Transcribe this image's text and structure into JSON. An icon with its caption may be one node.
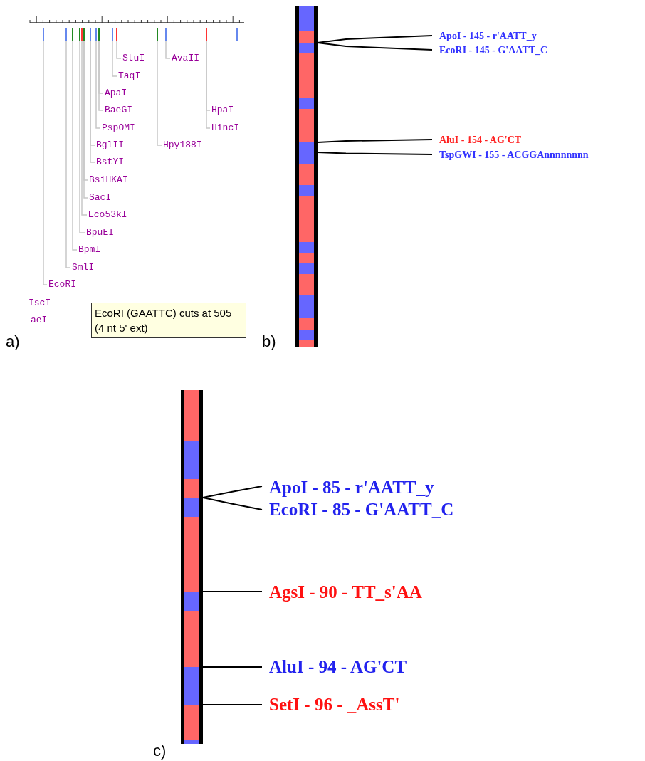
{
  "diagram": {
    "nodes": [
      {
        "text": [
          "EcoRI (GAATTC) cuts at 505 (4 nt 5' ext)"
        ]
      },
      {
        "text": [
          "StuI"
        ]
      },
      {
        "text": [
          "AvaII"
        ]
      },
      {
        "text": [
          "TaqI"
        ]
      },
      {
        "text": [
          "ApaI"
        ]
      },
      {
        "text": [
          "BaeGI"
        ]
      },
      {
        "text": [
          "HpaI"
        ]
      },
      {
        "text": [
          "PspOMI"
        ]
      },
      {
        "text": [
          "HincI"
        ]
      },
      {
        "text": [
          "BglII"
        ]
      },
      {
        "text": [
          "Hpy188I"
        ]
      },
      {
        "text": [
          "BstYI"
        ]
      },
      {
        "text": [
          "BsiHKAI"
        ]
      },
      {
        "text": [
          "SacI"
        ]
      },
      {
        "text": [
          "Eco53kI"
        ]
      },
      {
        "text": [
          "BpuEI"
        ]
      },
      {
        "text": [
          "BpmI"
        ]
      },
      {
        "text": [
          "SmlI"
        ]
      },
      {
        "text": [
          "EcoRI"
        ]
      },
      {
        "text": [],
        "shape": "bar"
      },
      {
        "text": [
          "ApoI - 145 - r'AATT_y"
        ]
      },
      {
        "text": [
          "EcoRI - 145 - G'AATT_C"
        ]
      },
      {
        "text": [
          "AluI - 154 - AG'CT"
        ]
      },
      {
        "text": [
          "TspGWI - 155 - ACGGAnnnnnnnn"
        ]
      },
      {
        "text": [],
        "shape": "bar"
      },
      {
        "text": [
          "ApoI - 85 - r'AATT_y"
        ]
      },
      {
        "text": [
          "EcoRI - 85 - G'AATT_C"
        ]
      },
      {
        "text": [
          "AgsI - 90 - TT_s'AA"
        ]
      },
      {
        "text": [
          "AluI - 94 - AG'CT"
        ]
      },
      {
        "text": [
          "SetI - 96 - _AssT'"
        ]
      },
      {
        "text": [],
        "shape": "bar"
      },
      {
        "text": [],
        "shape": "bar"
      },
      {
        "text": [],
        "shape": "bar"
      },
      {
        "text": [],
        "shape": "bar"
      },
      {
        "text": [],
        "shape": "bar"
      },
      {
        "text": [],
        "shape": "bar"
      },
      {
        "text": [],
        "shape": "bar"
      },
      {
        "text": [],
        "shape": "bar"
      },
      {
        "text": [],
        "shape": "bar"
      },
      {
        "text": [],
        "shape": "bar"
      },
      {
        "text": [],
        "shape": "bar"
      },
      {
        "text": [],
        "shape": "bar"
      },
      {
        "text": [],
        "shape": "bar"
      },
      {
        "text": [],
        "shape": "bar"
      },
      {
        "text": [],
        "shape": "bar"
      }
    ],
    "edges": [
      {
        "from": 1,
        "to": 40,
        "arrow": "none"
      },
      {
        "from": 2,
        "to": 42,
        "arrow": "none"
      },
      {
        "from": 3,
        "to": 39,
        "arrow": "none"
      },
      {
        "from": 4,
        "to": 38,
        "arrow": "none"
      },
      {
        "from": 5,
        "to": 38,
        "arrow": "none"
      },
      {
        "from": 6,
        "to": 43,
        "arrow": "none"
      },
      {
        "from": 7,
        "to": 37,
        "arrow": "none"
      },
      {
        "from": 8,
        "to": 43,
        "arrow": "none"
      },
      {
        "from": 9,
        "to": 36,
        "arrow": "none"
      },
      {
        "from": 10,
        "to": 41,
        "arrow": "none"
      },
      {
        "from": 11,
        "to": 36,
        "arrow": "none"
      },
      {
        "from": 12,
        "to": 35,
        "arrow": "none"
      },
      {
        "from": 13,
        "to": 35,
        "arrow": "none"
      },
      {
        "from": 14,
        "to": 34,
        "arrow": "none"
      },
      {
        "from": 15,
        "to": 33,
        "arrow": "none"
      },
      {
        "from": 16,
        "to": 32,
        "arrow": "none"
      },
      {
        "from": 17,
        "to": 31,
        "arrow": "none"
      },
      {
        "from": 18,
        "to": 30,
        "arrow": "none"
      },
      {
        "from": 20,
        "to": 19,
        "arrow": "none",
        "color": "#000000"
      },
      {
        "from": 21,
        "to": 19,
        "arrow": "none",
        "color": "#000000"
      },
      {
        "from": 22,
        "to": 19,
        "arrow": "none",
        "color": "#000000"
      },
      {
        "from": 23,
        "to": 19,
        "arrow": "none",
        "color": "#000000"
      },
      {
        "from": 25,
        "to": 24,
        "arrow": "none",
        "color": "#000000"
      },
      {
        "from": 26,
        "to": 24,
        "arrow": "none",
        "color": "#000000"
      },
      {
        "from": 27,
        "to": 24,
        "arrow": "none",
        "color": "#000000"
      },
      {
        "from": 28,
        "to": 24,
        "arrow": "none",
        "color": "#000000"
      },
      {
        "from": 29,
        "to": 24,
        "arrow": "none",
        "color": "#000000"
      }
    ],
    "labels": [
      "IscI",
      "aeI",
      "a)",
      "b)",
      "c)"
    ]
  }
}
